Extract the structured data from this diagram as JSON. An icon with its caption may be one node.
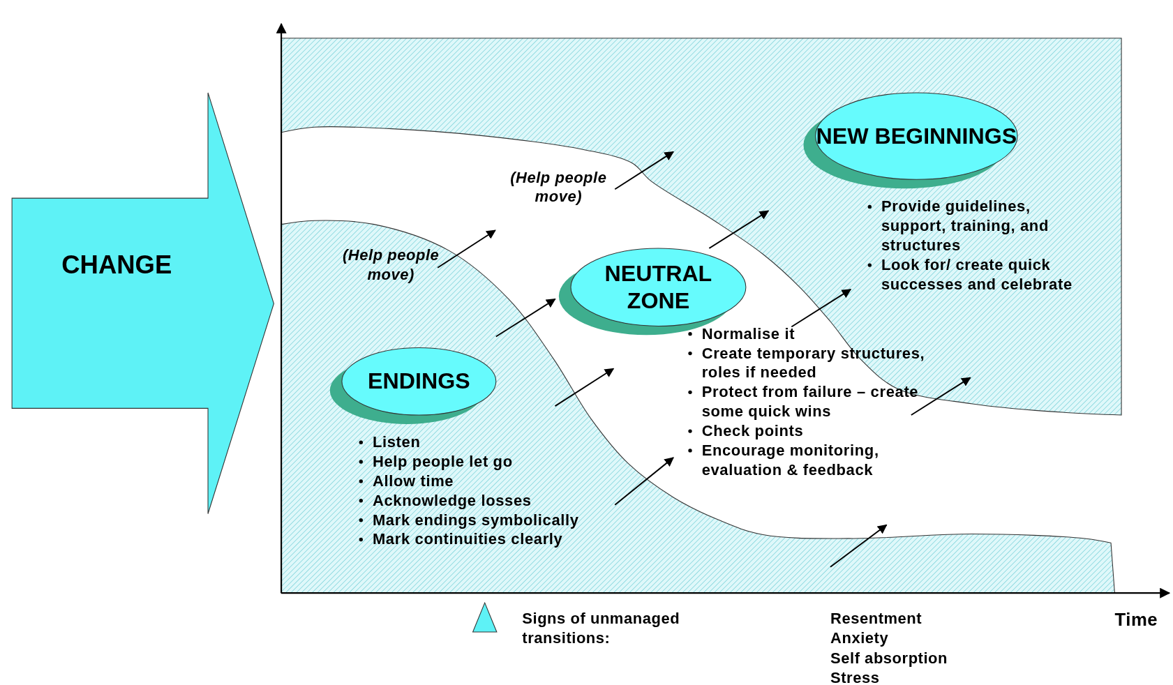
{
  "diagram": {
    "nodes": [
      {
        "text": [
          "CHANGE"
        ]
      },
      {
        "text": [
          "ENDINGS"
        ],
        "beside": [
          "Listen",
          "Help people let go",
          "Allow time",
          "Acknowledge losses",
          "Mark endings symbolically",
          "Mark continuities clearly"
        ]
      },
      {
        "text": [
          "NEUTRAL ZONE"
        ],
        "beside": [
          "Normalise it",
          "Create temporary structures, roles if needed",
          "Protect from failure – create some quick wins",
          "Check points",
          "Encourage monitoring, evaluation & feedback"
        ]
      },
      {
        "text": [
          "NEW BEGINNINGS"
        ],
        "beside": [
          "Provide guidelines, support, training, and structures",
          "Look for/ create quick successes and celebrate"
        ]
      }
    ],
    "labels": [
      "(Help people move)",
      "(Help people move)",
      "Time",
      "Resentment",
      "Anxiety",
      "Self absorption",
      "Stress"
    ],
    "legend": [
      {
        "text": "Signs of unmanaged transitions:"
      }
    ]
  }
}
